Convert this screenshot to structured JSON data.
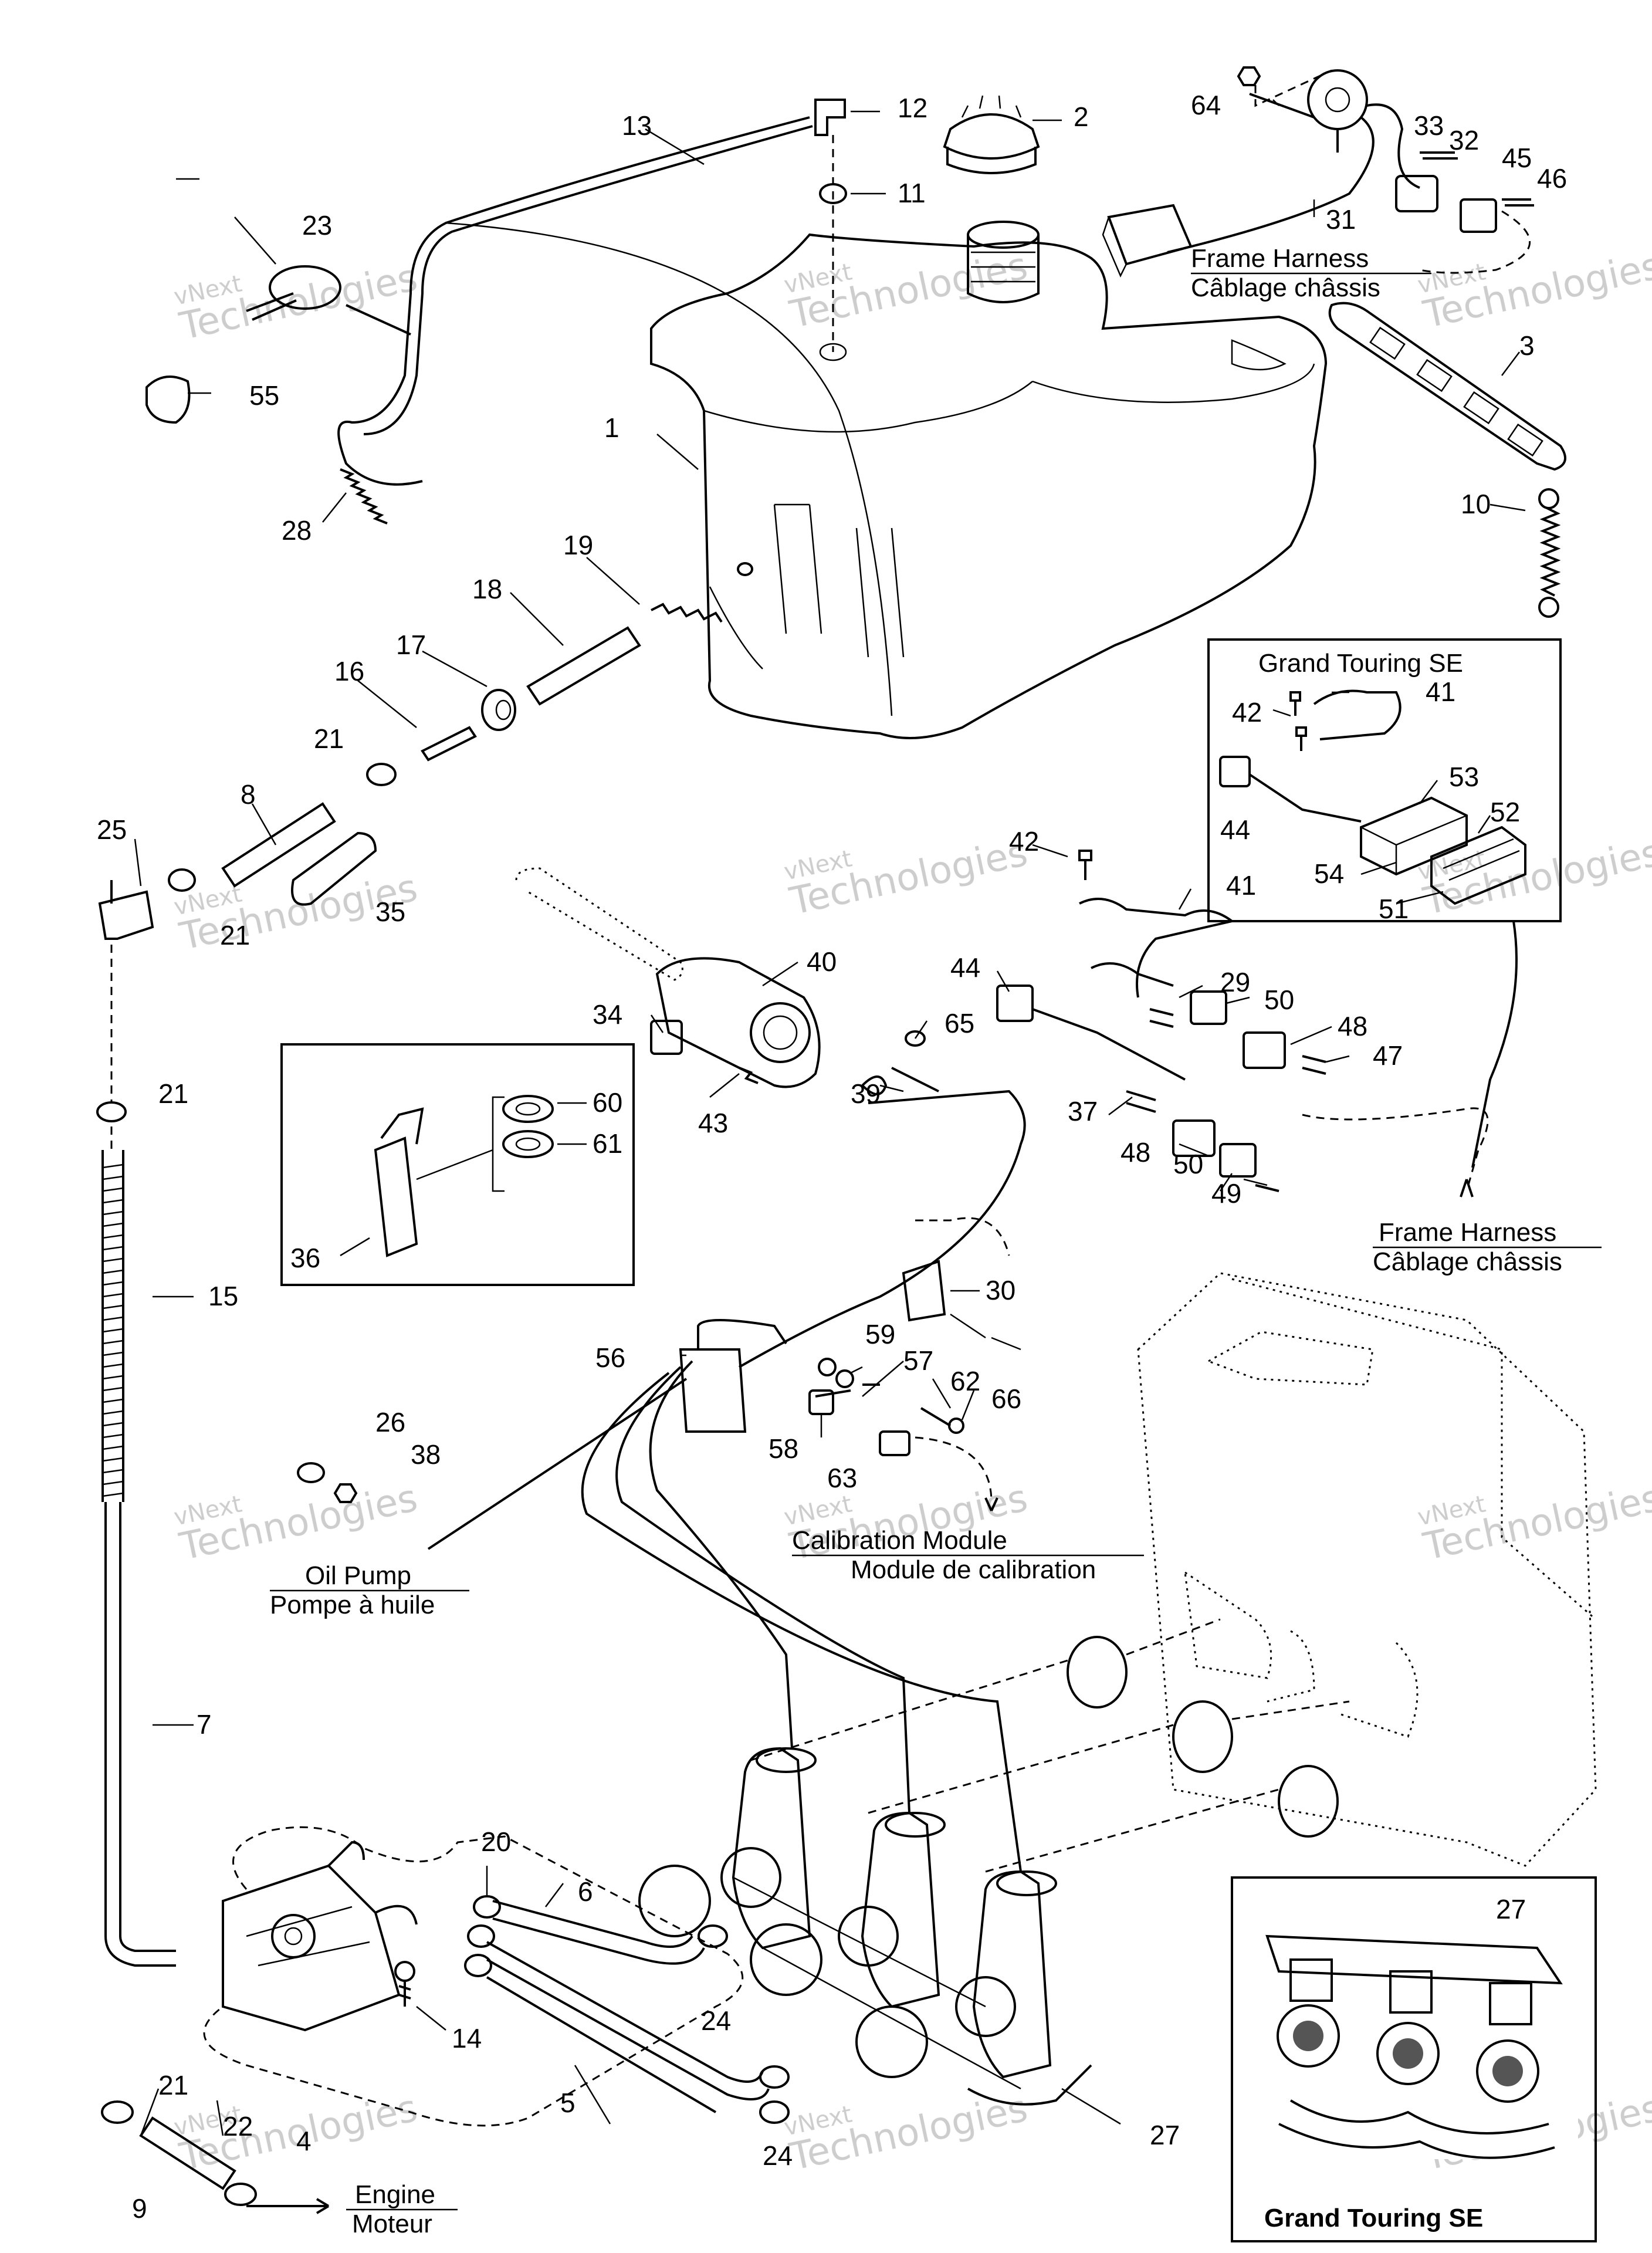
{
  "callouts": [
    "1",
    "2",
    "3",
    "4",
    "5",
    "6",
    "7",
    "8",
    "9",
    "10",
    "11",
    "12",
    "13",
    "14",
    "15",
    "16",
    "17",
    "18",
    "19",
    "20",
    "21",
    "21",
    "21",
    "21",
    "22",
    "23",
    "24",
    "24",
    "25",
    "26",
    "27",
    "27",
    "28",
    "29",
    "30",
    "31",
    "32",
    "33",
    "34",
    "35",
    "36",
    "37",
    "38",
    "39",
    "40",
    "41",
    "41",
    "42",
    "42",
    "43",
    "44",
    "44",
    "45",
    "46",
    "47",
    "48",
    "48",
    "49",
    "50",
    "50",
    "51",
    "52",
    "53",
    "54",
    "55",
    "56",
    "57",
    "58",
    "59",
    "60",
    "61",
    "62",
    "63",
    "64",
    "65",
    "66"
  ],
  "captions": {
    "frame_harness_top_en": "Frame Harness",
    "frame_harness_top_fr": "Câblage châssis",
    "frame_harness_mid_en": "Frame Harness",
    "frame_harness_mid_fr": "Câblage châssis",
    "oil_pump_en": "Oil Pump",
    "oil_pump_fr": "Pompe à huile",
    "calibration_en": "Calibration Module",
    "calibration_fr": "Module de calibration",
    "engine_en": "Engine",
    "engine_fr": "Moteur",
    "inset_gt_title": "Grand Touring SE",
    "inset_gt_bottom": "Grand Touring SE"
  },
  "watermark": {
    "line1": "vNext",
    "line2": "Technologies",
    "line3": "Technologies"
  }
}
